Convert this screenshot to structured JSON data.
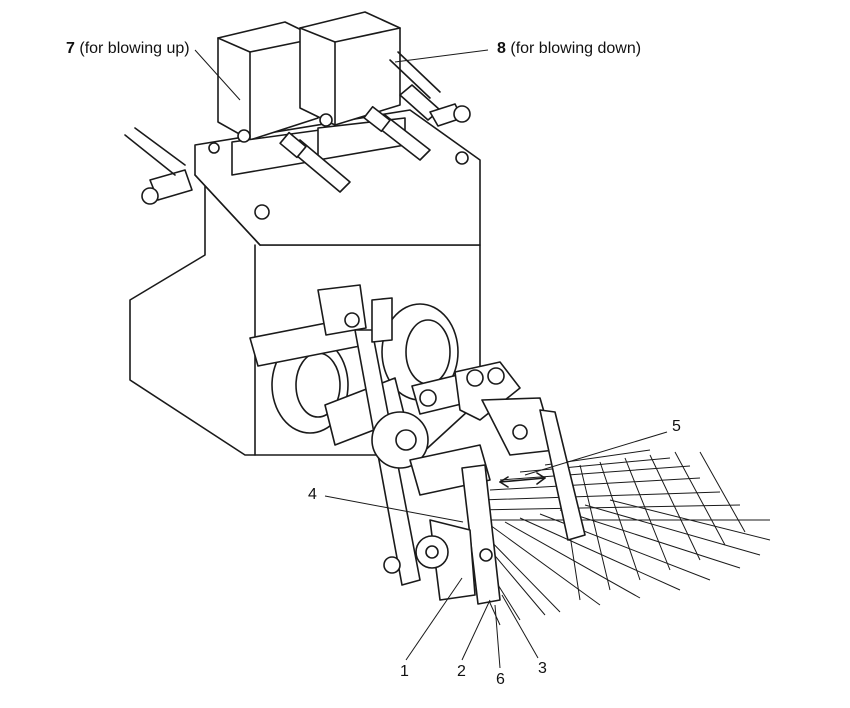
{
  "callouts": {
    "c7": {
      "num": "7",
      "text": "(for blowing up)"
    },
    "c8": {
      "num": "8",
      "text": "(for blowing down)"
    },
    "c5": {
      "num": "5"
    },
    "c4": {
      "num": "4"
    },
    "c1": {
      "num": "1"
    },
    "c2": {
      "num": "2"
    },
    "c6": {
      "num": "6"
    },
    "c3": {
      "num": "3"
    }
  }
}
